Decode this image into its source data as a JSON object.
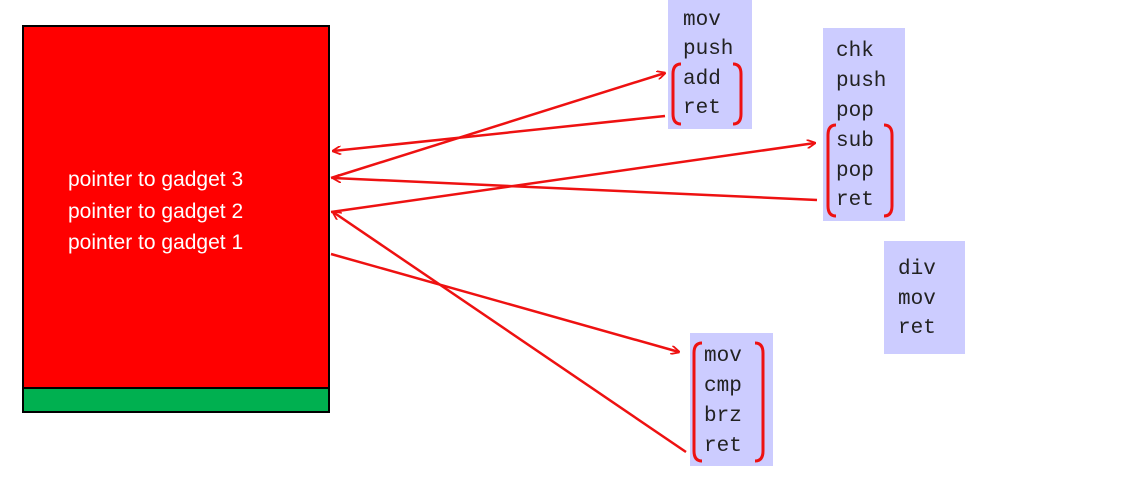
{
  "stack": {
    "lines": [
      "pointer to gadget 3",
      "pointer to gadget 2",
      "pointer to gadget 1"
    ],
    "fill_color": "#ff0000",
    "base_color": "#00b050"
  },
  "gadgets": [
    {
      "id": "top",
      "lines": [
        "mov",
        "push",
        "add",
        "ret"
      ],
      "highlighted": [
        "add",
        "ret"
      ]
    },
    {
      "id": "right",
      "lines": [
        "chk",
        "push",
        "pop",
        "sub",
        "pop",
        "ret"
      ],
      "highlighted": [
        "sub",
        "pop",
        "ret"
      ]
    },
    {
      "id": "far",
      "lines": [
        "div",
        "mov",
        "ret"
      ],
      "highlighted": []
    },
    {
      "id": "bottom",
      "lines": [
        "mov",
        "cmp",
        "brz",
        "ret"
      ],
      "highlighted": [
        "mov",
        "cmp",
        "brz",
        "ret"
      ]
    }
  ],
  "colors": {
    "gadget_box": "#ccccff",
    "arrow": "#ee1111",
    "bracket": "#ee1111",
    "text": "#222222"
  }
}
